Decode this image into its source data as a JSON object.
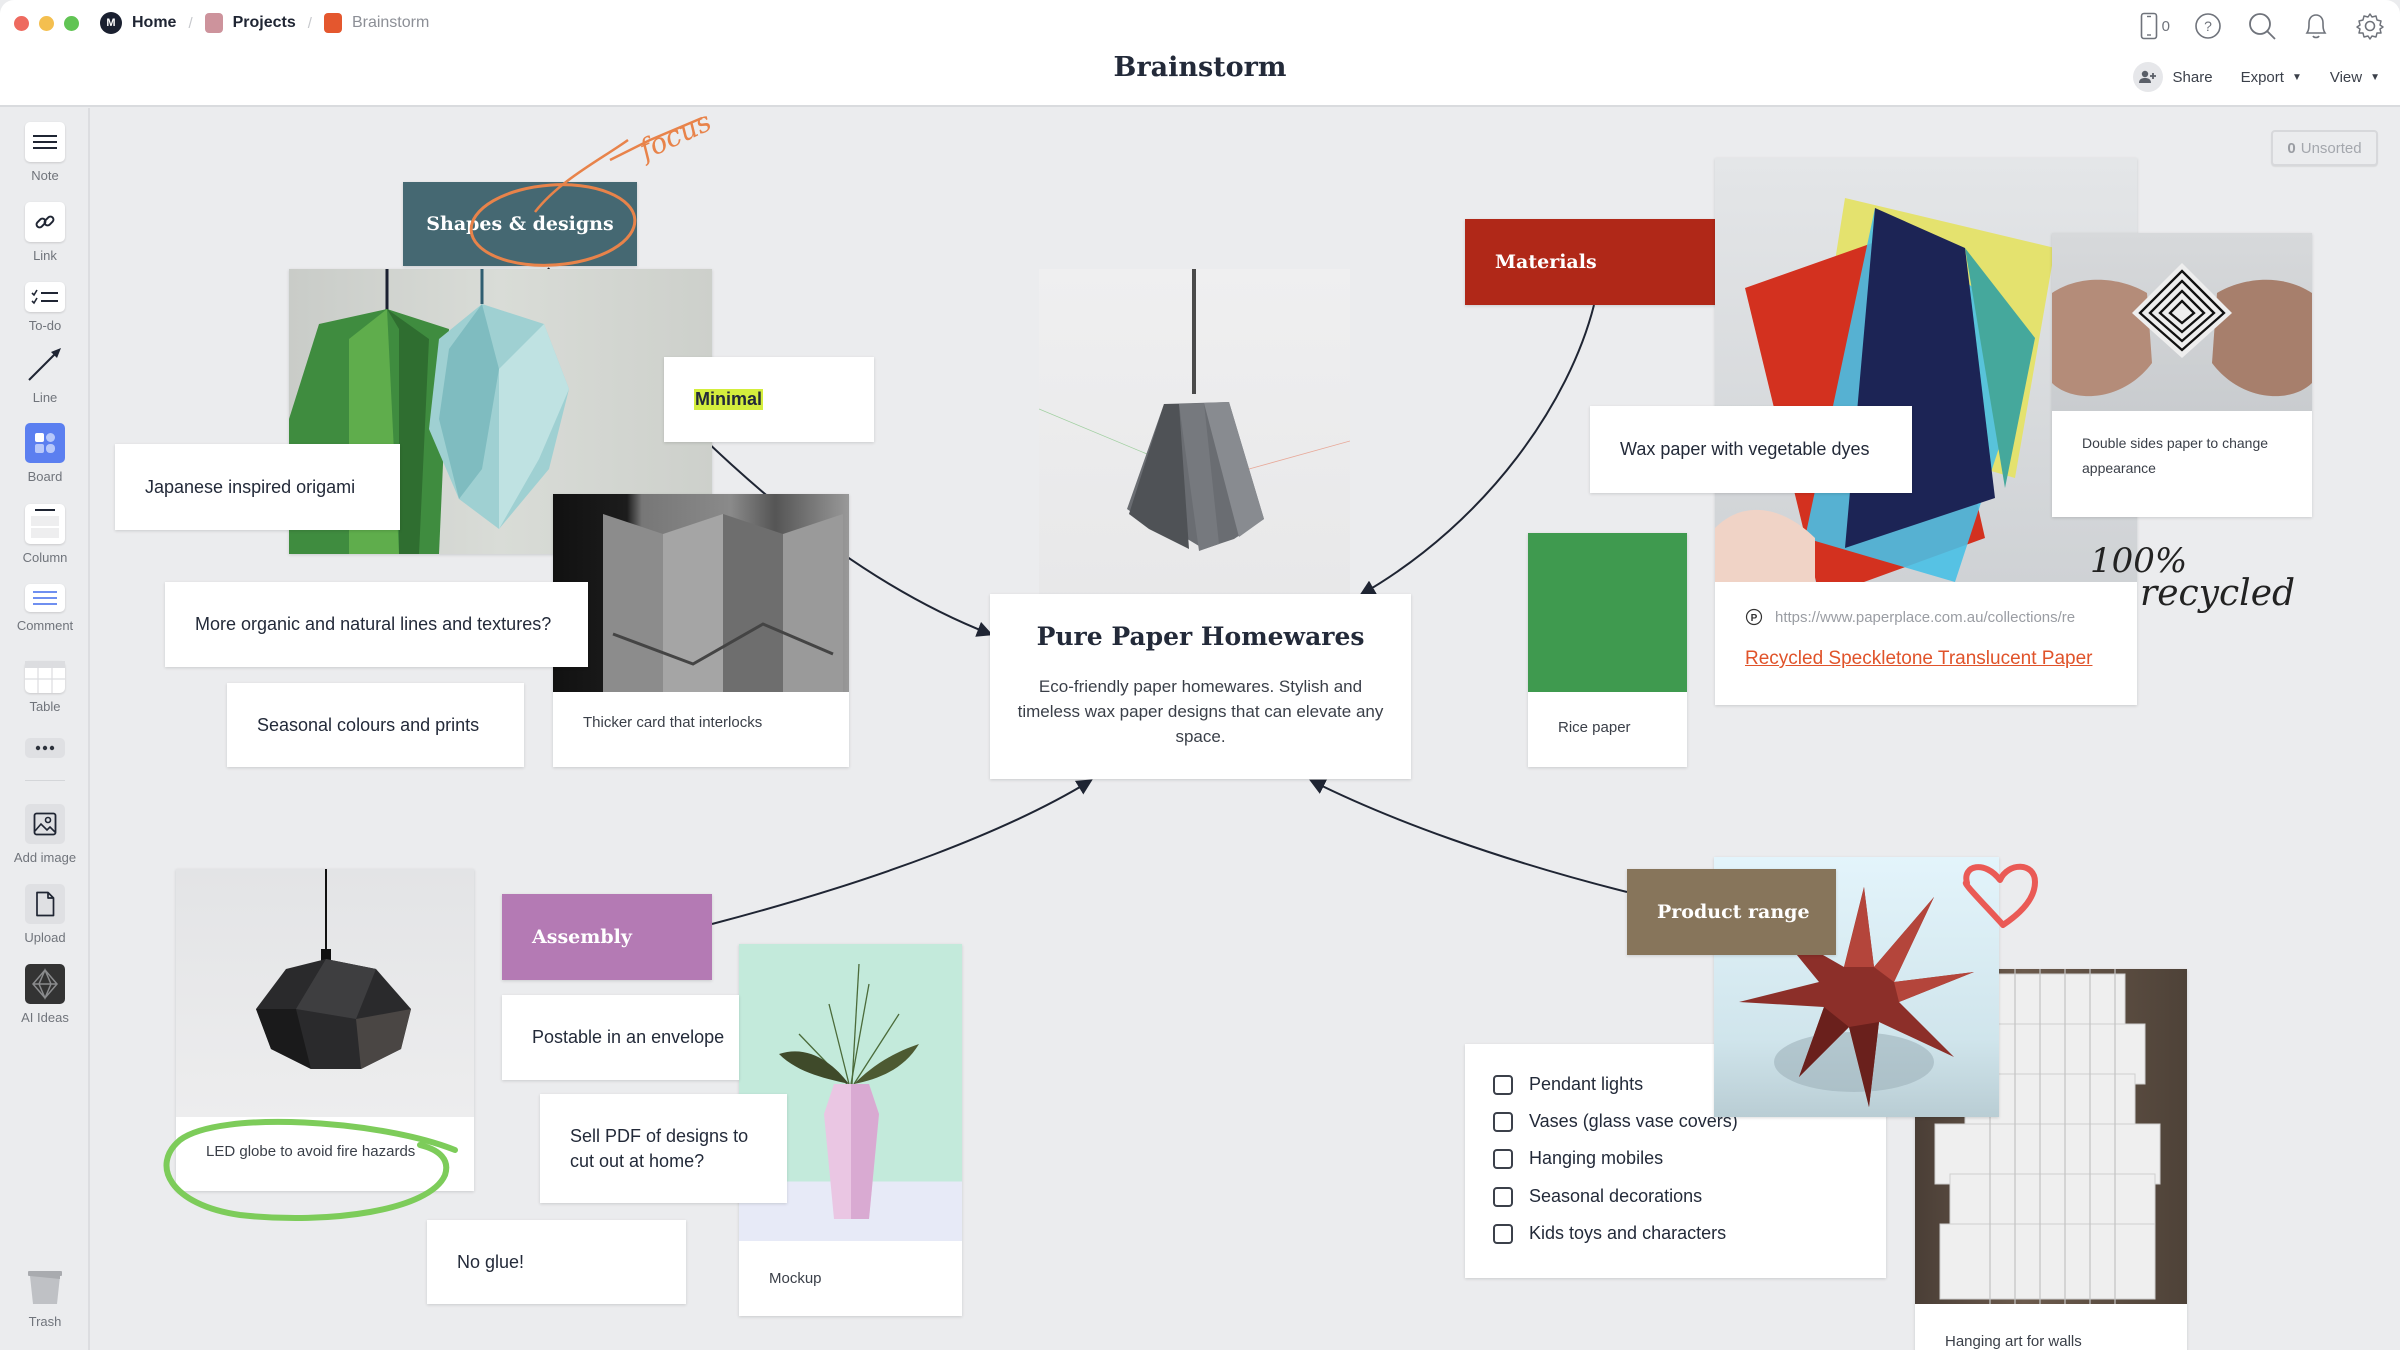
{
  "window": {
    "traffic_lights": [
      "close",
      "minimize",
      "maximize"
    ]
  },
  "breadcrumb": {
    "items": [
      {
        "label": "Home",
        "icon": "milanote-logo-icon"
      },
      {
        "label": "Projects",
        "color": "#cd939c"
      },
      {
        "label": "Brainstorm",
        "color": "#e4572e"
      }
    ]
  },
  "header": {
    "title": "Brainstorm",
    "device_count": "0",
    "icons": [
      "device-icon",
      "help-icon",
      "search-icon",
      "bell-icon",
      "gear-icon"
    ],
    "share_label": "Share",
    "export_label": "Export",
    "view_label": "View"
  },
  "sidebar": {
    "tools": [
      {
        "label": "Note",
        "icon": "note-icon"
      },
      {
        "label": "Link",
        "icon": "link-icon"
      },
      {
        "label": "To-do",
        "icon": "todo-icon"
      },
      {
        "label": "Line",
        "icon": "line-arrow-icon"
      },
      {
        "label": "Board",
        "icon": "board-icon"
      },
      {
        "label": "Column",
        "icon": "column-icon"
      },
      {
        "label": "Comment",
        "icon": "comment-icon"
      },
      {
        "label": "Table",
        "icon": "table-icon"
      },
      {
        "label": "",
        "icon": "more-icon"
      },
      {
        "label": "Add image",
        "icon": "image-icon"
      },
      {
        "label": "Upload",
        "icon": "file-icon"
      },
      {
        "label": "AI Ideas",
        "icon": "ai-icon"
      }
    ],
    "trash_label": "Trash"
  },
  "canvas": {
    "unsorted": {
      "count": "0",
      "label": "Unsorted"
    },
    "headings": {
      "shapes": {
        "label": "Shapes & designs",
        "color": "#456872"
      },
      "materials": {
        "label": "Materials",
        "color": "#b02818"
      },
      "assembly": {
        "label": "Assembly",
        "color": "#b47ab4"
      },
      "product_range": {
        "label": "Product range",
        "color": "#87755b"
      }
    },
    "center": {
      "title": "Pure Paper Homewares",
      "body": "Eco-friendly paper homewares. Stylish and timeless wax paper designs that can elevate any space."
    },
    "notes": {
      "minimal": "Minimal",
      "japanese": "Japanese inspired origami",
      "organic": "More organic and natural lines and textures?",
      "seasonal": "Seasonal colours and prints",
      "wax": "Wax paper with vegetable dyes",
      "postable": "Postable in an envelope",
      "sell_pdf": "Sell PDF of designs to cut out at home?",
      "no_glue": "No glue!"
    },
    "image_captions": {
      "thicker_card": "Thicker card that interlocks",
      "double_sides": "Double sides paper to change appearance",
      "rice_paper": "Rice paper",
      "led_globe": "LED globe to avoid fire hazards",
      "mockup": "Mockup",
      "hanging_art": "Hanging art for walls"
    },
    "link_card": {
      "url": "https://www.paperplace.com.au/collections/re",
      "title": "Recycled Speckletone Translucent Paper"
    },
    "todo": {
      "items": [
        {
          "label": "Pendant lights",
          "checked": false
        },
        {
          "label": "Vases (glass vase covers)",
          "checked": false
        },
        {
          "label": "Hanging mobiles",
          "checked": false
        },
        {
          "label": "Seasonal decorations",
          "checked": false
        },
        {
          "label": "Kids toys and characters",
          "checked": false
        }
      ]
    },
    "annotations": {
      "focus": "focus",
      "recycled_line1": "100%",
      "recycled_line2": "recycled"
    }
  },
  "colors": {
    "canvas_bg": "#ebecee",
    "link_orange": "#e0532a",
    "highlight": "#d4ee3d",
    "annotation_orange": "#e8834a",
    "annotation_green": "#7dcc5a",
    "annotation_heart": "#ea5a55"
  }
}
